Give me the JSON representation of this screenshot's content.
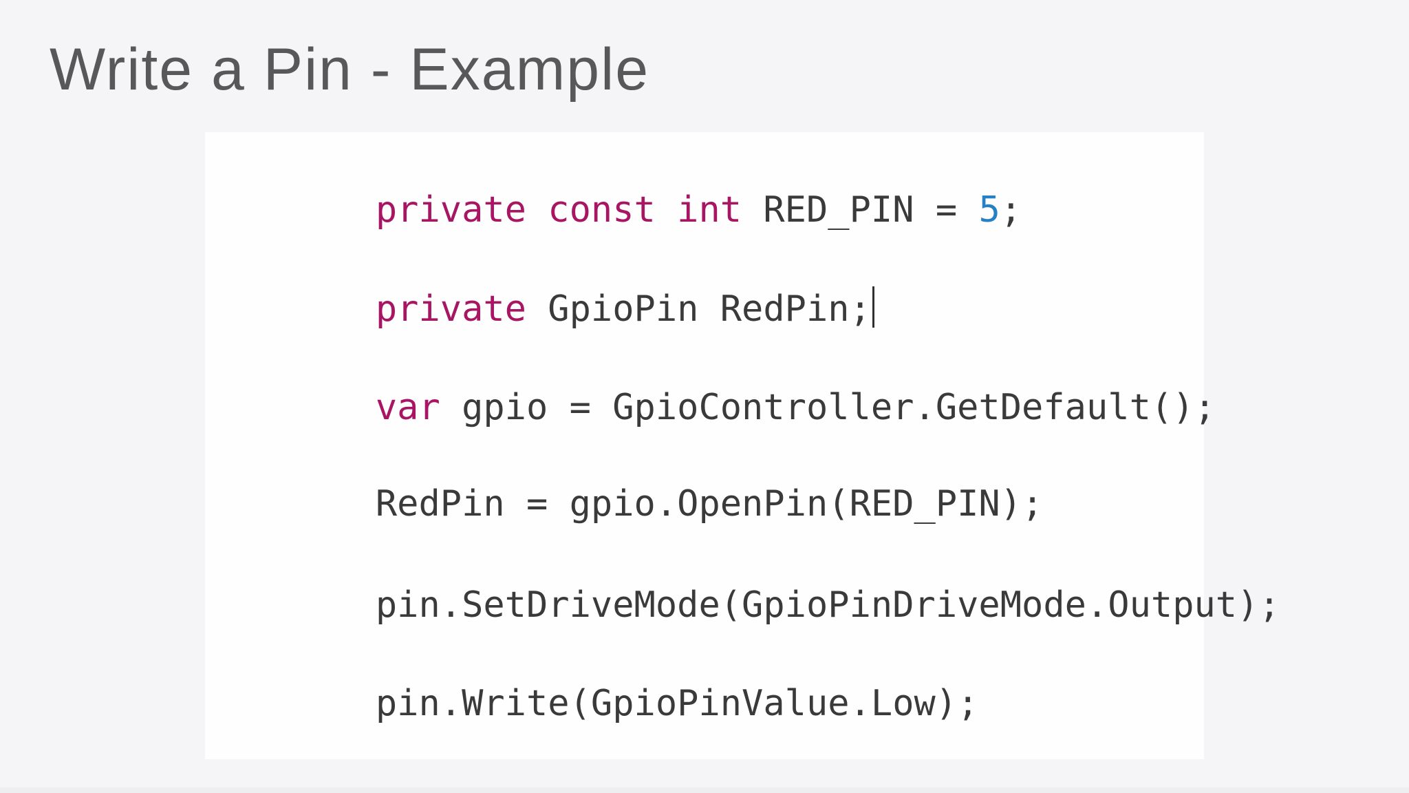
{
  "slide": {
    "title": "Write a Pin - Example"
  },
  "colors": {
    "page_bg": "#f5f4f6",
    "panel_bg": "#fefefe",
    "title_text": "#58585a",
    "code_text": "#3a3a3a",
    "keyword": "#a81563",
    "number": "#2581c4",
    "caret": "#2f2f2f"
  },
  "code": {
    "language": "csharp",
    "lines": [
      {
        "segments": [
          {
            "text": "private const int ",
            "type": "keyword"
          },
          {
            "text": "RED_PIN = ",
            "type": "plain"
          },
          {
            "text": "5",
            "type": "number"
          },
          {
            "text": ";",
            "type": "plain"
          }
        ]
      },
      {
        "segments": [
          {
            "text": "private ",
            "type": "keyword"
          },
          {
            "text": "GpioPin RedPin;",
            "type": "plain"
          }
        ],
        "caret": true
      },
      {
        "segments": [
          {
            "text": "var",
            "type": "keyword"
          },
          {
            "text": " gpio = GpioController.GetDefault();",
            "type": "plain"
          }
        ]
      },
      {
        "segments": [
          {
            "text": "RedPin = gpio.OpenPin(RED_PIN);",
            "type": "plain"
          }
        ]
      },
      {
        "segments": [
          {
            "text": "pin.SetDriveMode(GpioPinDriveMode.Output);",
            "type": "plain"
          }
        ]
      },
      {
        "segments": [
          {
            "text": "pin.Write(GpioPinValue.Low);",
            "type": "plain"
          }
        ]
      }
    ]
  }
}
